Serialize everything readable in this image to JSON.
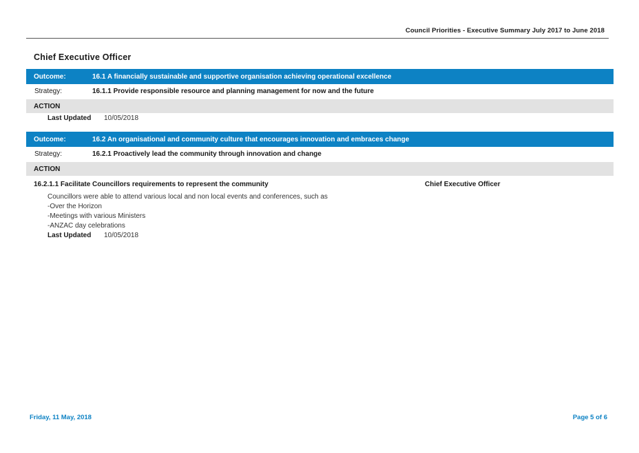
{
  "header": {
    "title": "Council Priorities - Executive Summary  July 2017 to June 2018"
  },
  "section_title": "Chief Executive Officer",
  "blocks": [
    {
      "outcome_label": "Outcome:",
      "outcome": "16.1  A financially sustainable and supportive organisation achieving operational excellence",
      "strategy_label": "Strategy:",
      "strategy": "16.1.1  Provide responsible resource and planning management for now and the future",
      "action_label": "ACTION",
      "last_updated_label": "Last Updated",
      "last_updated": "10/05/2018"
    },
    {
      "outcome_label": "Outcome:",
      "outcome": "16.2  An organisational and community culture that encourages innovation and embraces change",
      "strategy_label": "Strategy:",
      "strategy": "16.2.1  Proactively lead the community through innovation and change",
      "action_label": "ACTION",
      "action_item": "16.2.1.1  Facilitate Councillors requirements to represent the community",
      "action_owner": "Chief Executive Officer",
      "description": [
        "Councillors were able to attend various local and non local events and conferences, such as",
        "-Over the Horizon",
        "-Meetings with various Ministers",
        "-ANZAC day celebrations"
      ],
      "last_updated_label": "Last Updated",
      "last_updated": "10/05/2018"
    }
  ],
  "footer": {
    "date": "Friday, 11 May, 2018",
    "page": "Page 5 of 6"
  },
  "colors": {
    "accent": "#0d82c4",
    "action_band": "#e2e2e2"
  }
}
